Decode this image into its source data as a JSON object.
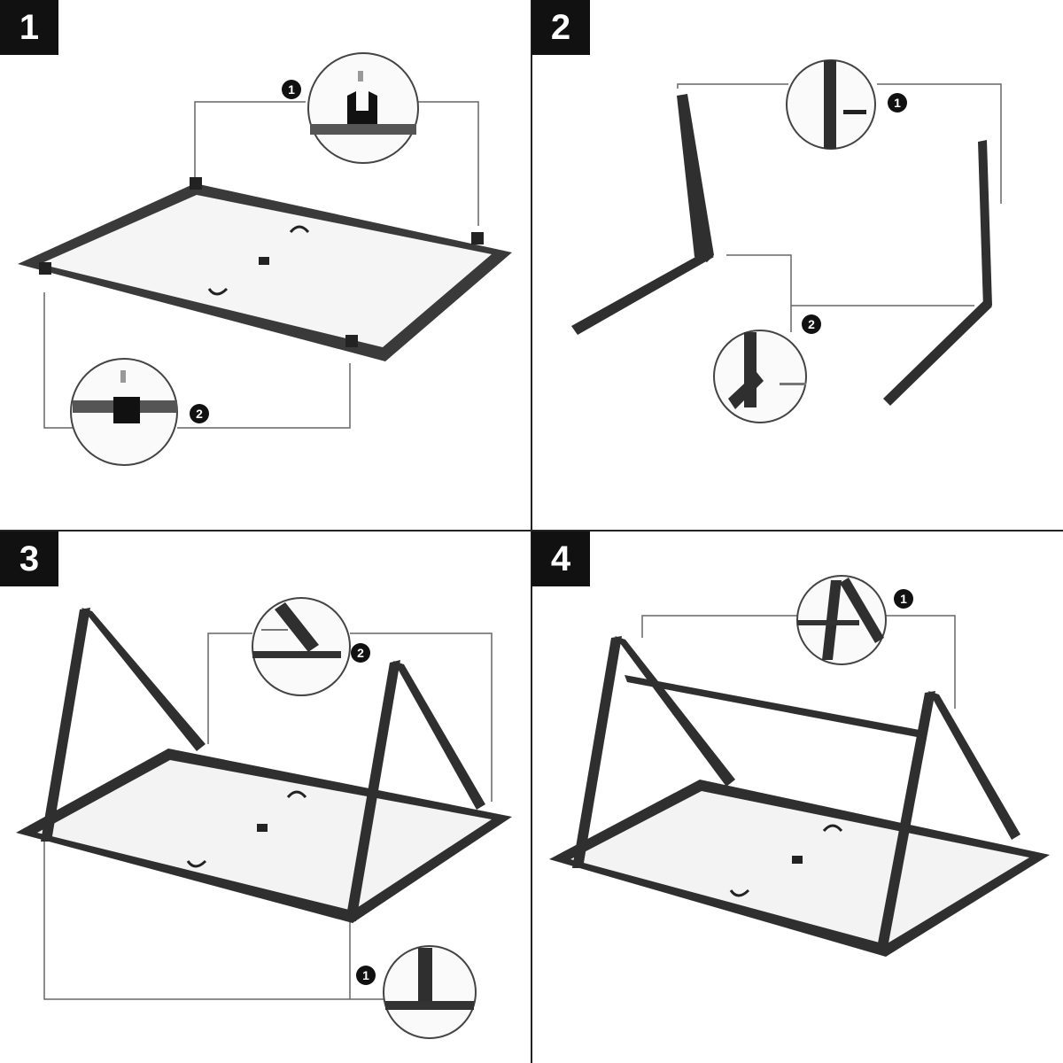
{
  "steps": [
    {
      "label": "1",
      "callouts": [
        "1",
        "2"
      ]
    },
    {
      "label": "2",
      "callouts": [
        "1",
        "2"
      ]
    },
    {
      "label": "3",
      "callouts": [
        "1",
        "2"
      ]
    },
    {
      "label": "4",
      "callouts": [
        "1"
      ]
    }
  ],
  "colors": {
    "frame": "#3a3a3a",
    "panel": "#f4f4f4",
    "line": "#555555",
    "badge": "#111111"
  }
}
